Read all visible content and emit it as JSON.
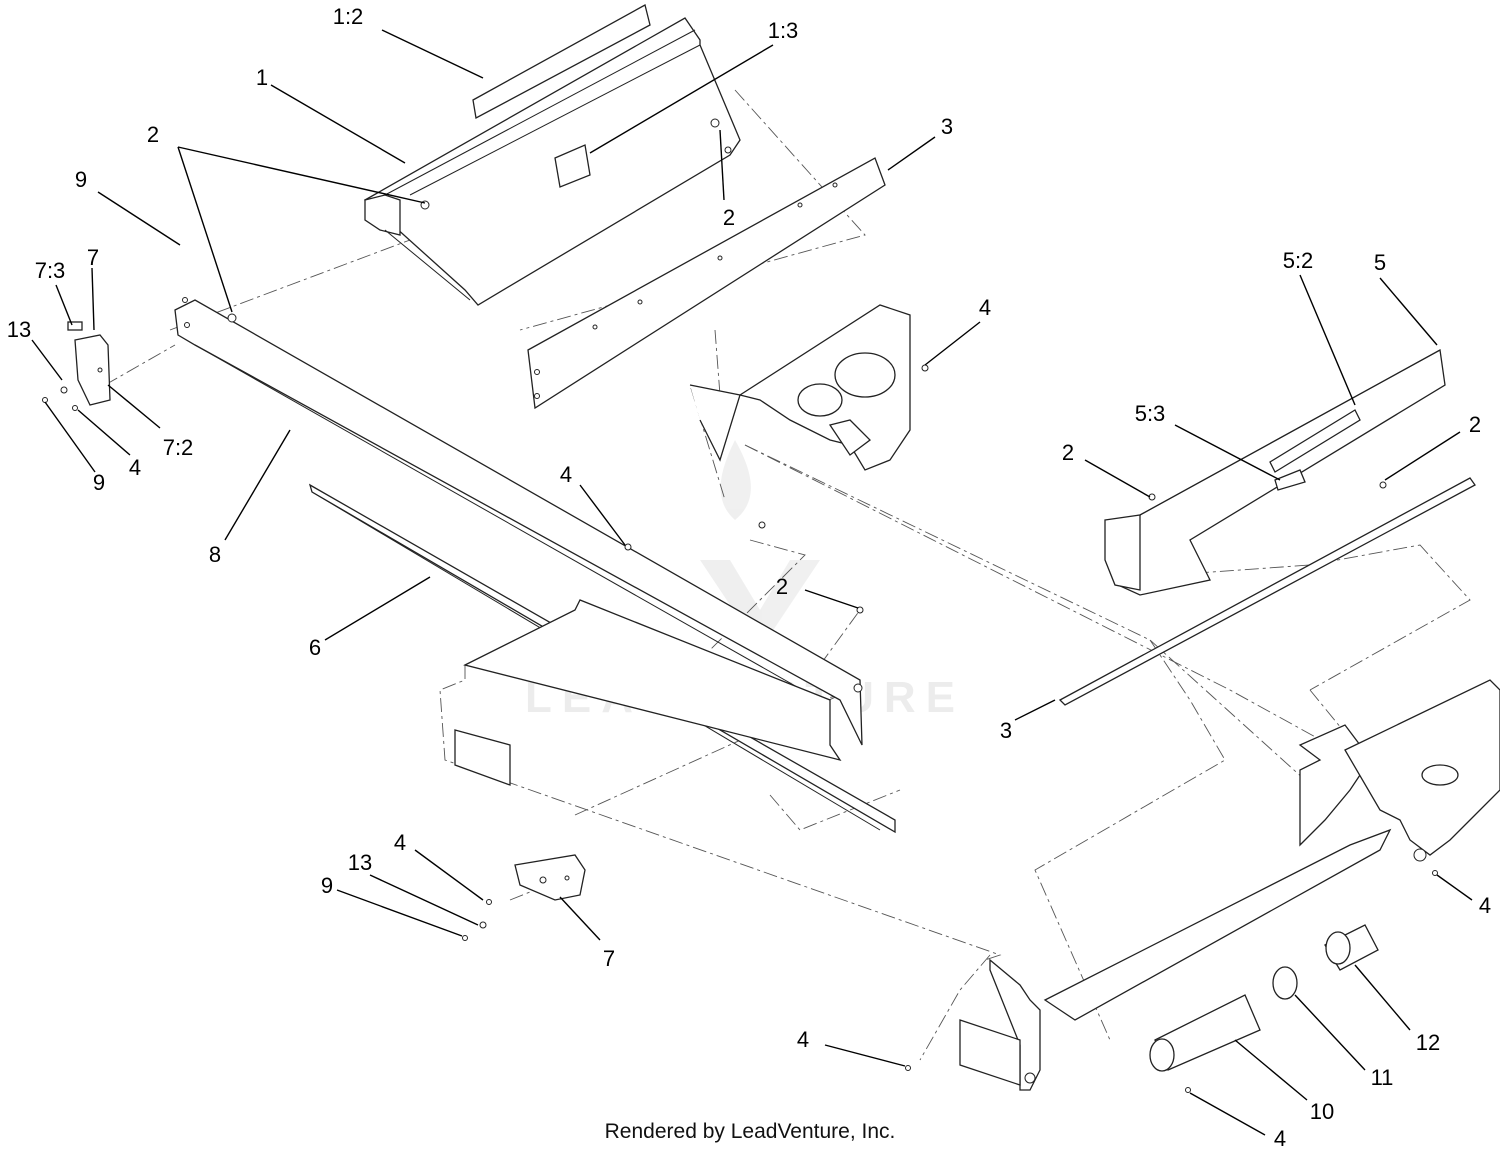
{
  "diagram": {
    "callouts": [
      {
        "id": "c-1-2",
        "text": "1:2"
      },
      {
        "id": "c-1",
        "text": "1"
      },
      {
        "id": "c-1-3",
        "text": "1:3"
      },
      {
        "id": "c-2-a",
        "text": "2"
      },
      {
        "id": "c-2-b",
        "text": "2"
      },
      {
        "id": "c-3-a",
        "text": "3"
      },
      {
        "id": "c-9-a",
        "text": "9"
      },
      {
        "id": "c-7-3",
        "text": "7:3"
      },
      {
        "id": "c-7-a",
        "text": "7"
      },
      {
        "id": "c-13-a",
        "text": "13"
      },
      {
        "id": "c-7-2",
        "text": "7:2"
      },
      {
        "id": "c-4-a",
        "text": "4"
      },
      {
        "id": "c-9-b",
        "text": "9"
      },
      {
        "id": "c-8",
        "text": "8"
      },
      {
        "id": "c-4-b",
        "text": "4"
      },
      {
        "id": "c-5-2",
        "text": "5:2"
      },
      {
        "id": "c-5",
        "text": "5"
      },
      {
        "id": "c-5-3",
        "text": "5:3"
      },
      {
        "id": "c-2-c",
        "text": "2"
      },
      {
        "id": "c-2-d",
        "text": "2"
      },
      {
        "id": "c-4-c",
        "text": "4"
      },
      {
        "id": "c-2-e",
        "text": "2"
      },
      {
        "id": "c-6",
        "text": "6"
      },
      {
        "id": "c-3-b",
        "text": "3"
      },
      {
        "id": "c-4-d",
        "text": "4"
      },
      {
        "id": "c-13-b",
        "text": "13"
      },
      {
        "id": "c-9-c",
        "text": "9"
      },
      {
        "id": "c-7-b",
        "text": "7"
      },
      {
        "id": "c-4-e",
        "text": "4"
      },
      {
        "id": "c-12",
        "text": "12"
      },
      {
        "id": "c-11",
        "text": "11"
      },
      {
        "id": "c-4-f",
        "text": "4"
      },
      {
        "id": "c-10",
        "text": "10"
      },
      {
        "id": "c-4-g",
        "text": "4"
      }
    ]
  },
  "watermark": "LEADVENTURE",
  "footer": "Rendered by LeadVenture, Inc."
}
